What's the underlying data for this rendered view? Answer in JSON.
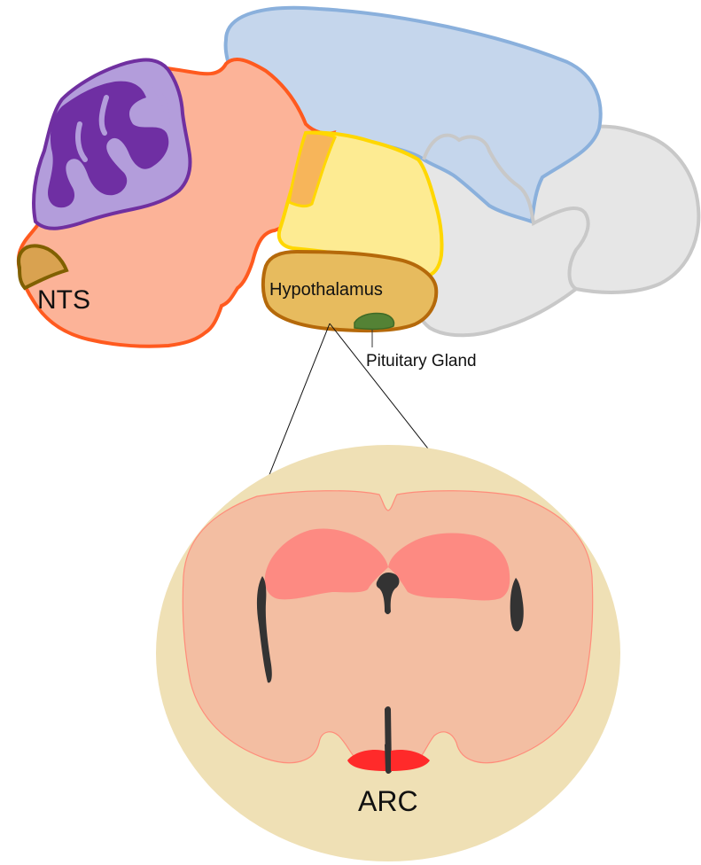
{
  "labels": {
    "nts": "NTS",
    "hypothalamus": "Hypothalamus",
    "pituitary": "Pituitary Gland",
    "arc": "ARC"
  },
  "colors": {
    "hindbrain_fill": "#fcb398",
    "hindbrain_stroke": "#ff5a1f",
    "cortex_fill": "#c5d6ec",
    "cortex_stroke": "#8ab0dc",
    "cerebellum_fill": "#b39ddb",
    "cerebellum_stroke": "#7030a0",
    "cerebellum_dark": "#6f2fa3",
    "nts_fill": "#d9a250",
    "nts_stroke": "#806000",
    "thalamus_fill": "#fdeb92",
    "thalamus_stroke": "#ffd700",
    "thalamus_edge": "#f7b55a",
    "olfactory_fill": "#e6e6e6",
    "olfactory_stroke": "#c8c8c8",
    "hypothalamus_fill": "#e7bb5e",
    "hypothalamus_stroke": "#b5690a",
    "pituitary_fill": "#548235",
    "inset_bg": "#efe0b5",
    "section_fill": "#f3bea2",
    "section_stroke": "#ff8c7a",
    "striatum_fill": "#fd8a82",
    "ventricle_fill": "#333333",
    "arc_fill": "#ff2a2a"
  }
}
